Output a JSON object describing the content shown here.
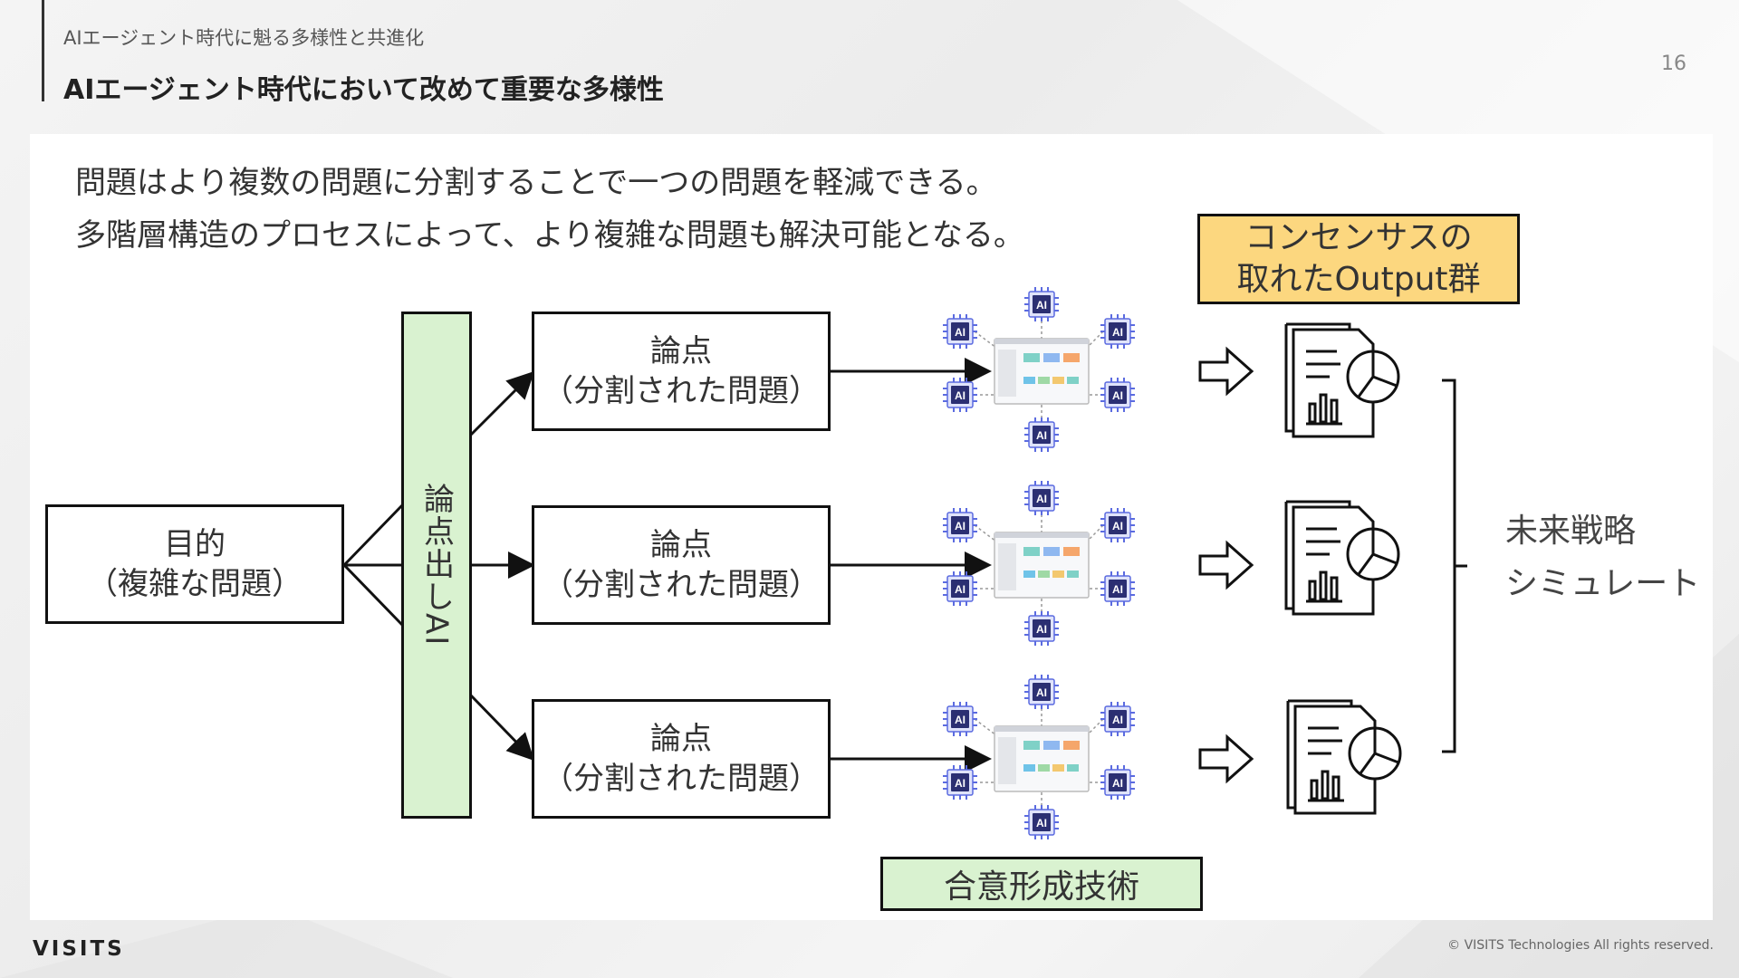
{
  "header": {
    "section_label": "AIエージェント時代に魁る多様性と共進化",
    "title": "AIエージェント時代において改めて重要な多様性",
    "page_number": "16"
  },
  "description": {
    "line1": "問題はより複数の問題に分割することで一つの問題を軽減できる。",
    "line2": "多階層構造のプロセスによって、より複雑な問題も解決可能となる。"
  },
  "diagram": {
    "goal": {
      "line1": "目的",
      "line2": "（複雑な問題）"
    },
    "extractor": "論点出しAI",
    "issues": [
      {
        "line1": "論点",
        "line2": "（分割された問題）"
      },
      {
        "line1": "論点",
        "line2": "（分割された問題）"
      },
      {
        "line1": "論点",
        "line2": "（分割された問題）"
      }
    ],
    "ai_chip_label": "AI",
    "consensus_output": {
      "line1": "コンセンサスの",
      "line2": "取れたOutput群"
    },
    "consensus_tech": "合意形成技術",
    "future": {
      "line1": "未来戦略",
      "line2": "シミュレート"
    }
  },
  "footer": {
    "logo": "VISITS",
    "copyright": "© VISITS Technologies  All rights reserved."
  },
  "colors": {
    "green_box": "#d9f2d0",
    "yellow_box": "#fcd77f",
    "chip_dark": "#2b2f72",
    "chip_pin": "#5b6be0"
  }
}
